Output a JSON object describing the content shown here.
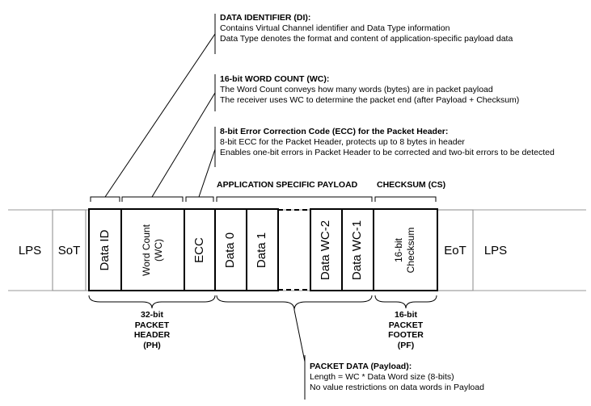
{
  "annotations": {
    "data_identifier": {
      "title": "DATA IDENTIFIER (DI):",
      "lines": [
        "Contains Virtual Channel identifier and Data Type information",
        "Data Type denotes the format and content of application-specific payload data"
      ]
    },
    "word_count": {
      "title": "16-bit WORD COUNT (WC):",
      "lines": [
        "The Word Count conveys how many words (bytes) are in packet payload",
        "The receiver uses WC to determine the packet end (after Payload + Checksum)"
      ]
    },
    "ecc": {
      "title": "8-bit Error Correction Code (ECC) for the Packet Header:",
      "lines": [
        "8-bit ECC for the Packet Header, protects up to 8 bytes in header",
        "Enables one-bit errors in Packet Header to be corrected and two-bit errors to be detected"
      ]
    },
    "packet_data": {
      "title": "PACKET DATA (Payload):",
      "lines": [
        "Length = WC * Data Word size (8-bits)",
        "No value restrictions on data words in Payload"
      ]
    }
  },
  "sections": {
    "payload": "APPLICATION SPECIFIC PAYLOAD",
    "checksum": "CHECKSUM (CS)"
  },
  "cells": {
    "lps_left": "LPS",
    "sot": "SoT",
    "data_id": "Data ID",
    "word_count": [
      "Word Count",
      "(WC)"
    ],
    "ecc": "ECC",
    "data0": "Data 0",
    "data1": "Data 1",
    "data_wc2": "Data WC-2",
    "data_wc1": "Data WC-1",
    "checksum": [
      "16-bit",
      "Checksum"
    ],
    "eot": "EoT",
    "lps_right": "LPS"
  },
  "footers": {
    "header": [
      "32-bit",
      "PACKET",
      "HEADER",
      "(PH)"
    ],
    "footer": [
      "16-bit",
      "PACKET",
      "FOOTER",
      "(PF)"
    ]
  }
}
